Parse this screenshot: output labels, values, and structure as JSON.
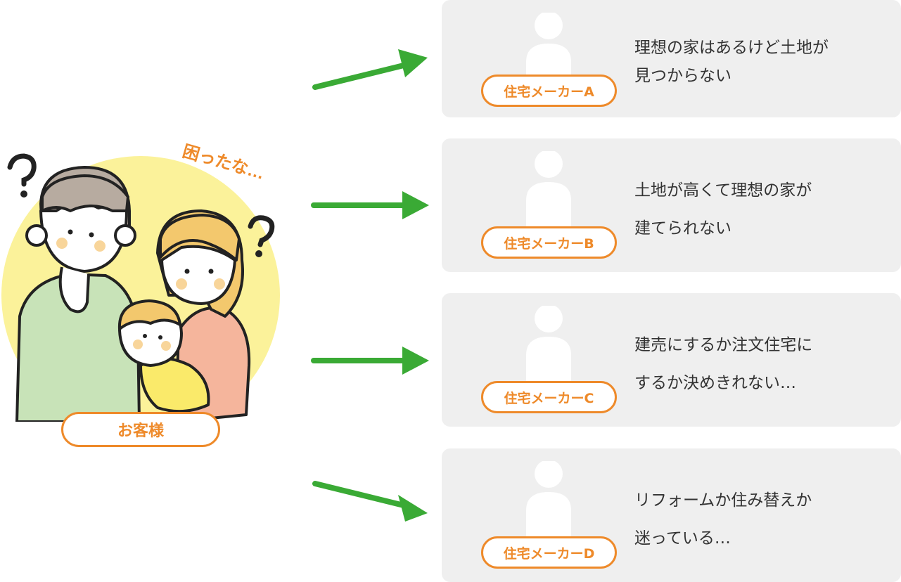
{
  "customer": {
    "label": "お客様",
    "thought": "困ったな…"
  },
  "makers": [
    {
      "label": "住宅メーカーA",
      "lines": [
        "理想の家はあるけど土地が",
        "見つからない"
      ]
    },
    {
      "label": "住宅メーカーB",
      "lines": [
        "土地が高くて理想の家が",
        "建てられない"
      ]
    },
    {
      "label": "住宅メーカーC",
      "lines": [
        "建売にするか注文住宅に",
        "するか決めきれない…"
      ]
    },
    {
      "label": "住宅メーカーD",
      "lines": [
        "リフォームか住み替えか",
        "迷っている…"
      ]
    }
  ],
  "colors": {
    "accent": "#ee8a2a",
    "arrow": "#3aaa35",
    "card_bg": "#efefef",
    "circle": "#fbf29a"
  }
}
